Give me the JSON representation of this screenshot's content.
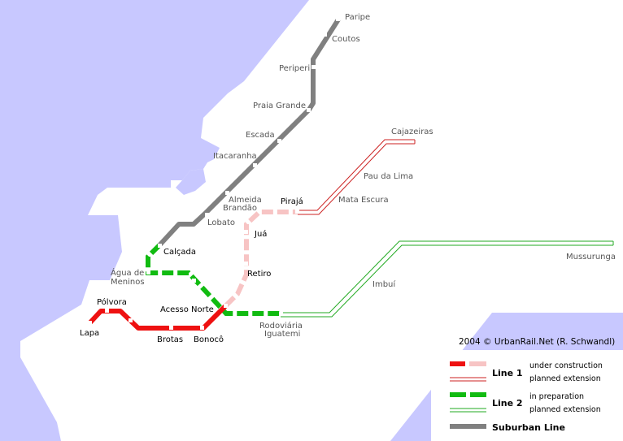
{
  "colors": {
    "water": "#c8c8ff",
    "land": "#ffffff",
    "suburban": "#808080",
    "line1": "#ee1111",
    "line1_light": "#f7c4c4",
    "line2": "#11bb11",
    "planned1": "#cc2222",
    "planned2": "#22aa22"
  },
  "stations": {
    "paripe": "Paripe",
    "coutos": "Coutos",
    "periperi": "Periperi",
    "praia_grande": "Praia Grande",
    "escada": "Escada",
    "itacaranha": "Itacaranha",
    "almeida_brandao_1": "Almeida",
    "almeida_brandao_2": "Brandão",
    "lobato": "Lobato",
    "calcada": "Calçada",
    "agua_de_meninos_1": "Água de",
    "agua_de_meninos_2": "Meninos",
    "acesso_norte": "Acesso Norte",
    "polvora": "Pólvora",
    "lapa": "Lapa",
    "brotas": "Brotas",
    "bonoco": "Bonocô",
    "retiro": "Retiro",
    "jua": "Juá",
    "piraja": "Pirajá",
    "mata_escura": "Mata Escura",
    "pau_da_lima": "Pau da Lima",
    "cajazeiras": "Cajazeiras",
    "rodoviaria_1": "Rodoviária",
    "rodoviaria_2": "Iguatemi",
    "imbui": "Imbuí",
    "mussurunga": "Mussurunga"
  },
  "credit": "2004 © UrbanRail.Net (R. Schwandl)",
  "legend": {
    "line1_label": "Line 1",
    "line1_construction": "under construction",
    "line1_planned": "planned extension",
    "line2_label": "Line 2",
    "line2_preparation": "in preparation",
    "line2_planned": "planned extension",
    "suburban_label": "Suburban Line"
  }
}
